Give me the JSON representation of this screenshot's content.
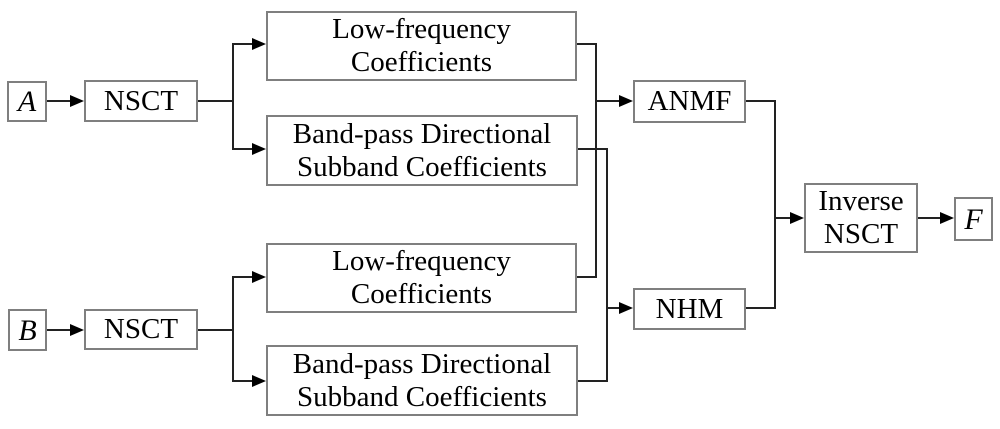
{
  "diagram": {
    "nodes": {
      "input_a": {
        "label": "A"
      },
      "nsct_a": {
        "label": "NSCT"
      },
      "lowfreq_a": {
        "line1": "Low-frequency",
        "line2": "Coefficients"
      },
      "bandpass_a": {
        "line1": "Band-pass Directional",
        "line2": "Subband Coefficients"
      },
      "input_b": {
        "label": "B"
      },
      "nsct_b": {
        "label": "NSCT"
      },
      "lowfreq_b": {
        "line1": "Low-frequency",
        "line2": "Coefficients"
      },
      "bandpass_b": {
        "line1": "Band-pass Directional",
        "line2": "Subband Coefficients"
      },
      "anmf": {
        "label": "ANMF"
      },
      "nhm": {
        "label": "NHM"
      },
      "inverse_nsct": {
        "line1": "Inverse",
        "line2": "NSCT"
      },
      "output_f": {
        "label": "F"
      }
    },
    "edges": [
      {
        "from": "A",
        "to": "NSCT (A)"
      },
      {
        "from": "NSCT (A)",
        "to": "Low-frequency Coefficients (A)"
      },
      {
        "from": "NSCT (A)",
        "to": "Band-pass Directional Subband Coefficients (A)"
      },
      {
        "from": "B",
        "to": "NSCT (B)"
      },
      {
        "from": "NSCT (B)",
        "to": "Low-frequency Coefficients (B)"
      },
      {
        "from": "NSCT (B)",
        "to": "Band-pass Directional Subband Coefficients (B)"
      },
      {
        "from": "Low-frequency Coefficients (A)",
        "to": "ANMF"
      },
      {
        "from": "Low-frequency Coefficients (B)",
        "to": "ANMF"
      },
      {
        "from": "Band-pass Directional Subband Coefficients (A)",
        "to": "NHM"
      },
      {
        "from": "Band-pass Directional Subband Coefficients (B)",
        "to": "NHM"
      },
      {
        "from": "ANMF",
        "to": "Inverse NSCT"
      },
      {
        "from": "NHM",
        "to": "Inverse NSCT"
      },
      {
        "from": "Inverse NSCT",
        "to": "F"
      }
    ],
    "colors": {
      "background": "#ffffff",
      "box_border": "#7f7f7f",
      "box_fill": "#ffffff",
      "line": "#222222",
      "arrow": "#000000",
      "text": "#000000"
    }
  }
}
